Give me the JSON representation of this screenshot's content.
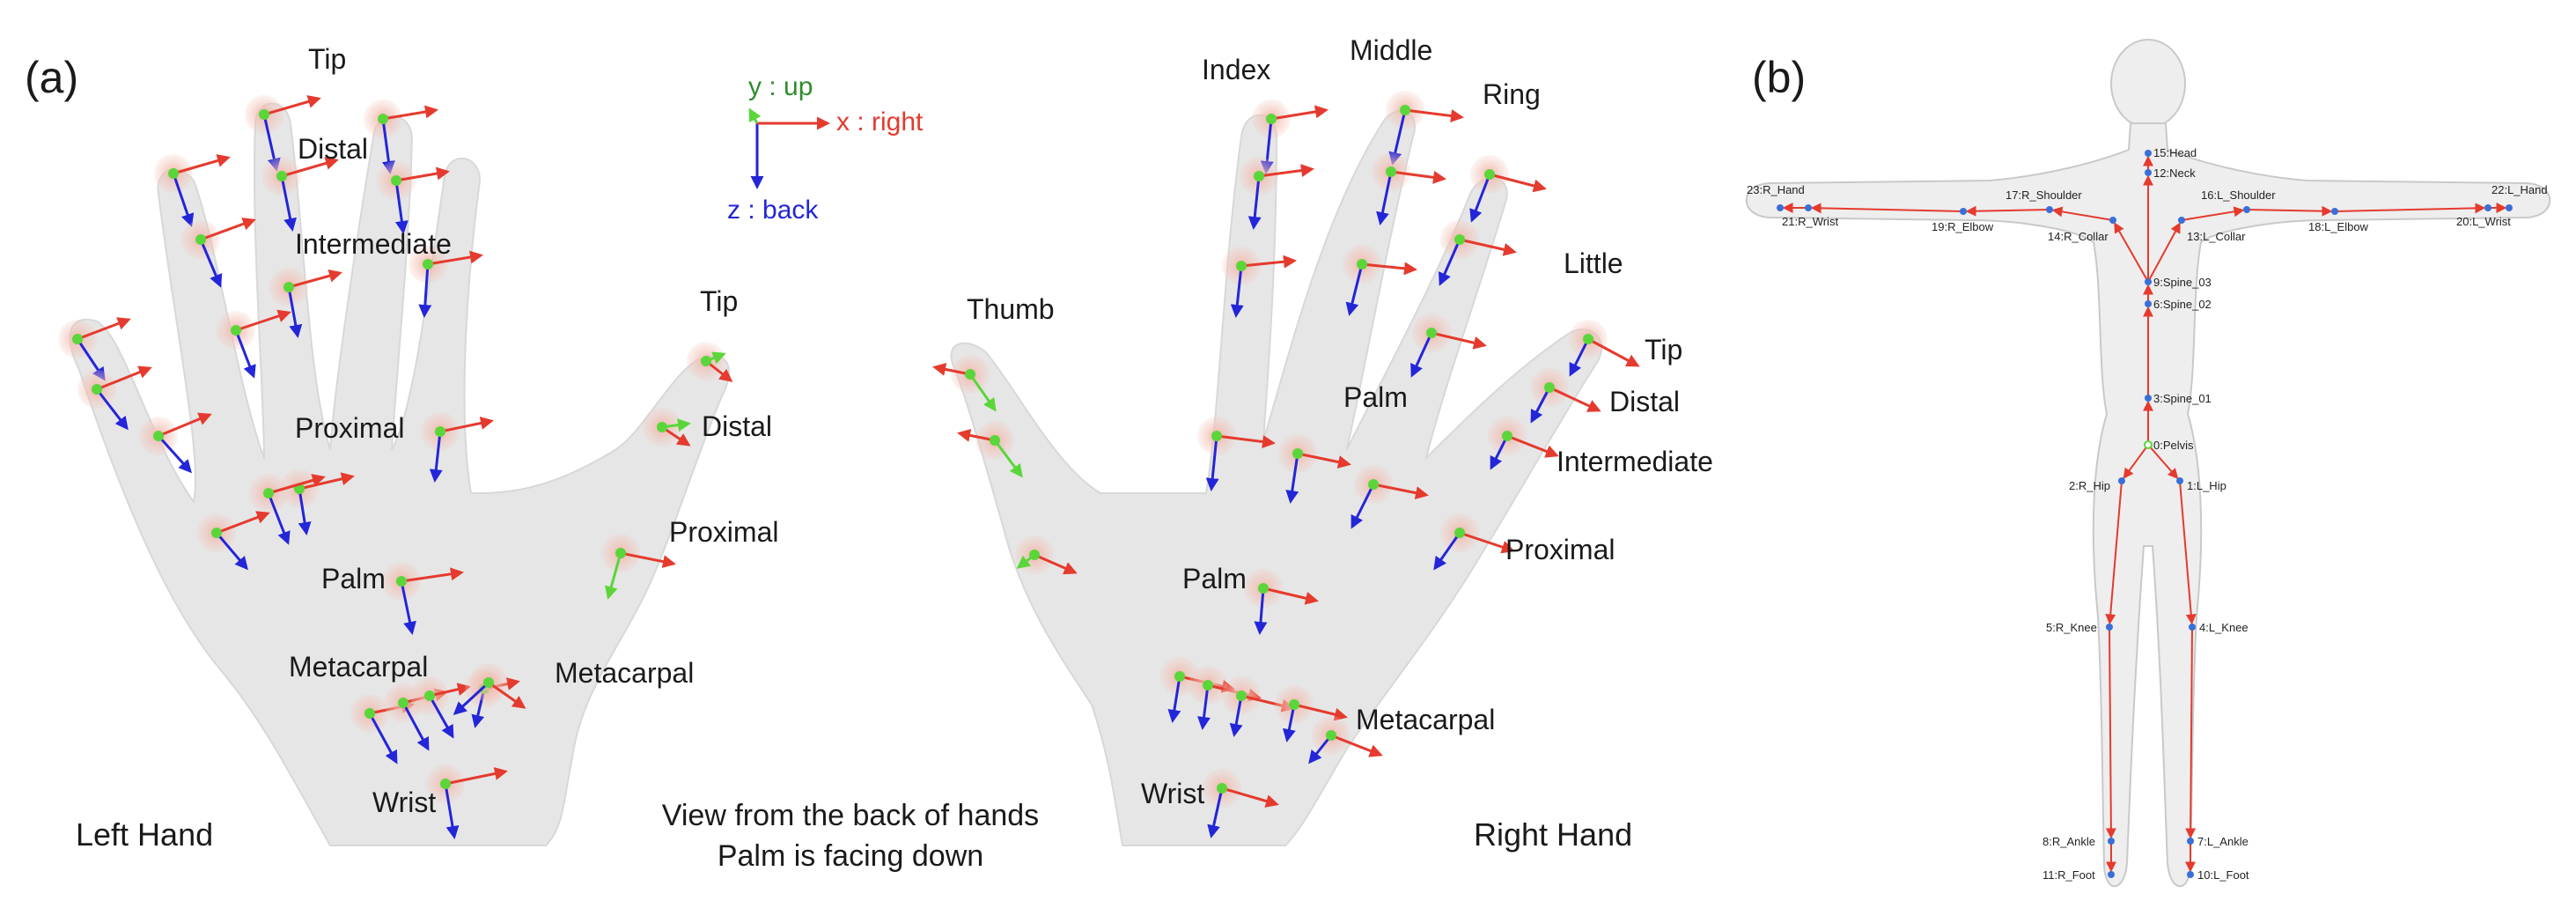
{
  "panel_a": {
    "label": "(a)",
    "axes": {
      "y": "y : up",
      "x": "x : right",
      "z": "z : back"
    },
    "left_hand": {
      "title": "Left Hand",
      "labels": {
        "tip": "Tip",
        "distal": "Distal",
        "intermediate": "Intermediate",
        "proximal": "Proximal",
        "palm": "Palm",
        "metacarpal": "Metacarpal",
        "wrist": "Wrist",
        "thumb_tip": "Tip",
        "thumb_distal": "Distal",
        "thumb_proximal": "Proximal",
        "thumb_metacarpal": "Metacarpal"
      }
    },
    "right_hand": {
      "title": "Right Hand",
      "labels": {
        "index": "Index",
        "middle": "Middle",
        "ring": "Ring",
        "little": "Little",
        "thumb": "Thumb",
        "palm_upper": "Palm",
        "palm": "Palm",
        "metacarpal": "Metacarpal",
        "wrist": "Wrist",
        "tip": "Tip",
        "distal": "Distal",
        "intermediate": "Intermediate",
        "proximal": "Proximal"
      }
    },
    "caption": {
      "line1": "View from the back of hands",
      "line2": "Palm is facing down"
    }
  },
  "panel_b": {
    "label": "(b)",
    "joints": {
      "head": "15:Head",
      "neck": "12:Neck",
      "r_shoulder": "17:R_Shoulder",
      "l_shoulder": "16:L_Shoulder",
      "r_hand": "23:R_Hand",
      "l_hand": "22:L_Hand",
      "r_wrist": "21:R_Wrist",
      "l_wrist": "20:L_Wrist",
      "r_elbow": "19:R_Elbow",
      "l_elbow": "18:L_Elbow",
      "r_collar": "14:R_Collar",
      "l_collar": "13:L_Collar",
      "spine_03": "9:Spine_03",
      "spine_02": "6:Spine_02",
      "spine_01": "3:Spine_01",
      "pelvis": "0:Pelvis",
      "r_hip": "2:R_Hip",
      "l_hip": "1:L_Hip",
      "r_knee": "5:R_Knee",
      "l_knee": "4:L_Knee",
      "r_ankle": "8:R_Ankle",
      "l_ankle": "7:L_Ankle",
      "r_foot": "11:R_Foot",
      "l_foot": "10:L_Foot"
    }
  },
  "colors": {
    "x_axis": "#e53a2e",
    "y_axis": "#5ad63a",
    "z_axis": "#2326d8",
    "joint_dot": "#3a6fd8",
    "bone": "#e53a2e",
    "silhouette": "#ececec"
  }
}
